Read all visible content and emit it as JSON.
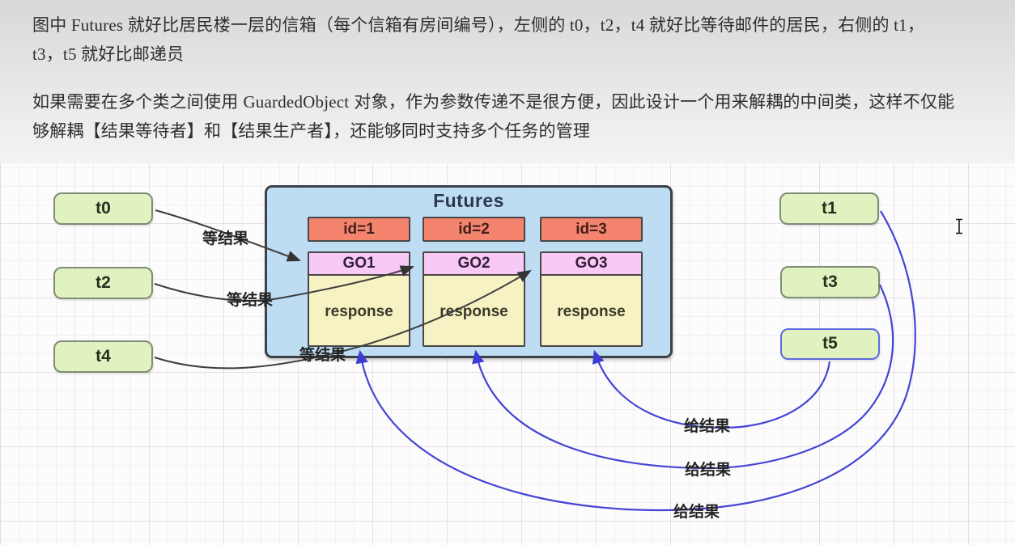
{
  "paragraph1": {
    "text": "图中 Futures 就好比居民楼一层的信箱（每个信箱有房间编号），左侧的 t0，t2，t4 就好比等待邮件的居民，右侧的 t1，t3，t5 就好比邮递员"
  },
  "paragraph2": {
    "before": "如果需要在多个类之间使用 ",
    "latin": "GuardedObject",
    "after": " 对象，作为参数传递不是很方便，因此设计一个用来解耦的中间类，这样不仅能够解耦【结果等待者】和【结果生产者】，还能够同时支持多个任务的管理"
  },
  "diagram": {
    "futures_panel": {
      "title": "Futures",
      "columns": [
        {
          "id_label": "id=1",
          "go_label": "GO1",
          "response_label": "response"
        },
        {
          "id_label": "id=2",
          "go_label": "GO2",
          "response_label": "response"
        },
        {
          "id_label": "id=3",
          "go_label": "GO3",
          "response_label": "response"
        }
      ]
    },
    "left_threads": [
      {
        "label": "t0"
      },
      {
        "label": "t2"
      },
      {
        "label": "t4"
      }
    ],
    "right_threads": [
      {
        "label": "t1"
      },
      {
        "label": "t3"
      },
      {
        "label": "t5",
        "highlighted": true
      }
    ],
    "wait_labels": [
      "等结果",
      "等结果",
      "等结果"
    ],
    "give_labels": [
      "给结果",
      "给结果",
      "给结果"
    ],
    "colors": {
      "panel_bg": "#bedcf2",
      "panel_border": "#3b4148",
      "id_bg": "#f5846e",
      "go_bg": "#f8c9f5",
      "response_bg": "#f6f2c4",
      "thread_bg": "#e0f2c0",
      "thread_border": "#7f8c78",
      "t5_highlight_border": "#5b6be0",
      "wait_arrow": "#3d3d3d",
      "give_arrow": "#4444d6"
    }
  }
}
